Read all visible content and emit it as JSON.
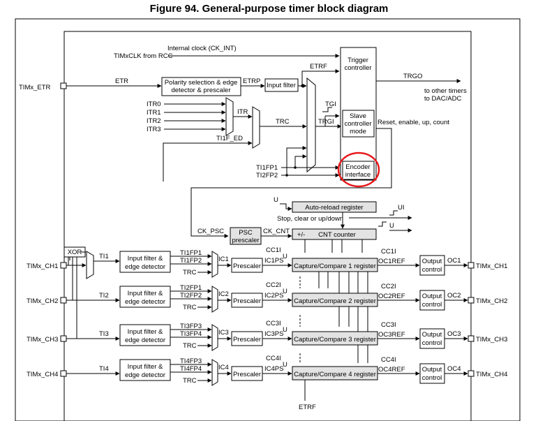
{
  "figure_title": "Figure 94. General-purpose timer block diagram",
  "signals": {
    "internal_clock": "Internal clock (CK_INT)",
    "timxclk": "TIMxCLK from RCC",
    "etr": "ETR",
    "etrp": "ETRP",
    "etrf": "ETRF",
    "itr0": "ITR0",
    "itr1": "ITR1",
    "itr2": "ITR2",
    "itr3": "ITR3",
    "itr": "ITR",
    "trc": "TRC",
    "tgi": "TGI",
    "trgi": "TRGI",
    "ti1f_ed": "TI1F_ED",
    "ti1fp1_top": "TI1FP1",
    "ti2fp2_top": "TI2FP2",
    "trgo": "TRGO",
    "trgo_dest": "to other timers",
    "trgo_dest2": "to DAC/ADC",
    "reset_enable": "Reset, enable, up, count",
    "u": "U",
    "ui": "UI",
    "stop_clear": "Stop, clear or up/down",
    "ck_psc": "CK_PSC",
    "ck_cnt": "CK_CNT",
    "plus_minus": "+/-",
    "ti1": "TI1",
    "ti2": "TI2",
    "ti3": "TI3",
    "ti4": "TI4",
    "ti1fp1": "TI1FP1",
    "ti1fp2": "TI1FP2",
    "ti2fp1": "TI2FP1",
    "ti2fp2": "TI2FP2",
    "ti3fp3": "TI3FP3",
    "ti3fp4": "TI3FP4",
    "ti4fp3": "TI4FP3",
    "ti4fp4": "TI4FP4",
    "ic1": "IC1",
    "ic2": "IC2",
    "ic3": "IC3",
    "ic4": "IC4",
    "ic1ps": "IC1PS",
    "ic2ps": "IC2PS",
    "ic3ps": "IC3PS",
    "ic4ps": "IC4PS",
    "cc1i": "CC1I",
    "cc2i": "CC2I",
    "cc3i": "CC3I",
    "cc4i": "CC4I",
    "oc1ref": "OC1REF",
    "oc2ref": "OC2REF",
    "oc3ref": "OC3REF",
    "oc4ref": "OC4REF",
    "oc1": "OC1",
    "oc2": "OC2",
    "oc3": "OC3",
    "oc4": "OC4",
    "etrf_bottom": "ETRF"
  },
  "pins": {
    "etr": "TIMx_ETR",
    "ch1_in": "TIMx_CH1",
    "ch2_in": "TIMx_CH2",
    "ch3_in": "TIMx_CH3",
    "ch4_in": "TIMx_CH4",
    "ch1_out": "TIMx_CH1",
    "ch2_out": "TIMx_CH2",
    "ch3_out": "TIMx_CH3",
    "ch4_out": "TIMx_CH4"
  },
  "blocks": {
    "polarity_l1": "Polarity selection & edge",
    "polarity_l2": "detector & prescaler",
    "input_filter": "Input filter",
    "trigger_l1": "Trigger",
    "trigger_l2": "controller",
    "slave_l1": "Slave",
    "slave_l2": "controller",
    "slave_l3": "mode",
    "encoder_l1": "Encoder",
    "encoder_l2": "interface",
    "auto_reload": "Auto-reload register",
    "psc_l1": "PSC",
    "psc_l2": "prescaler",
    "cnt_counter": "CNT counter",
    "xor": "XOR",
    "infilt_l1": "Input filter &",
    "infilt_l2": "edge detector",
    "prescaler": "Prescaler",
    "cc1": "Capture/Compare 1 register",
    "cc2": "Capture/Compare 2 register",
    "cc3": "Capture/Compare 3 register",
    "cc4": "Capture/Compare 4 register",
    "out_l1": "Output",
    "out_l2": "control"
  },
  "colors": {
    "line": "#000000",
    "block_fill": "#ffffff",
    "core_fill": "#e3e3e3",
    "highlight": "#e8191b"
  }
}
